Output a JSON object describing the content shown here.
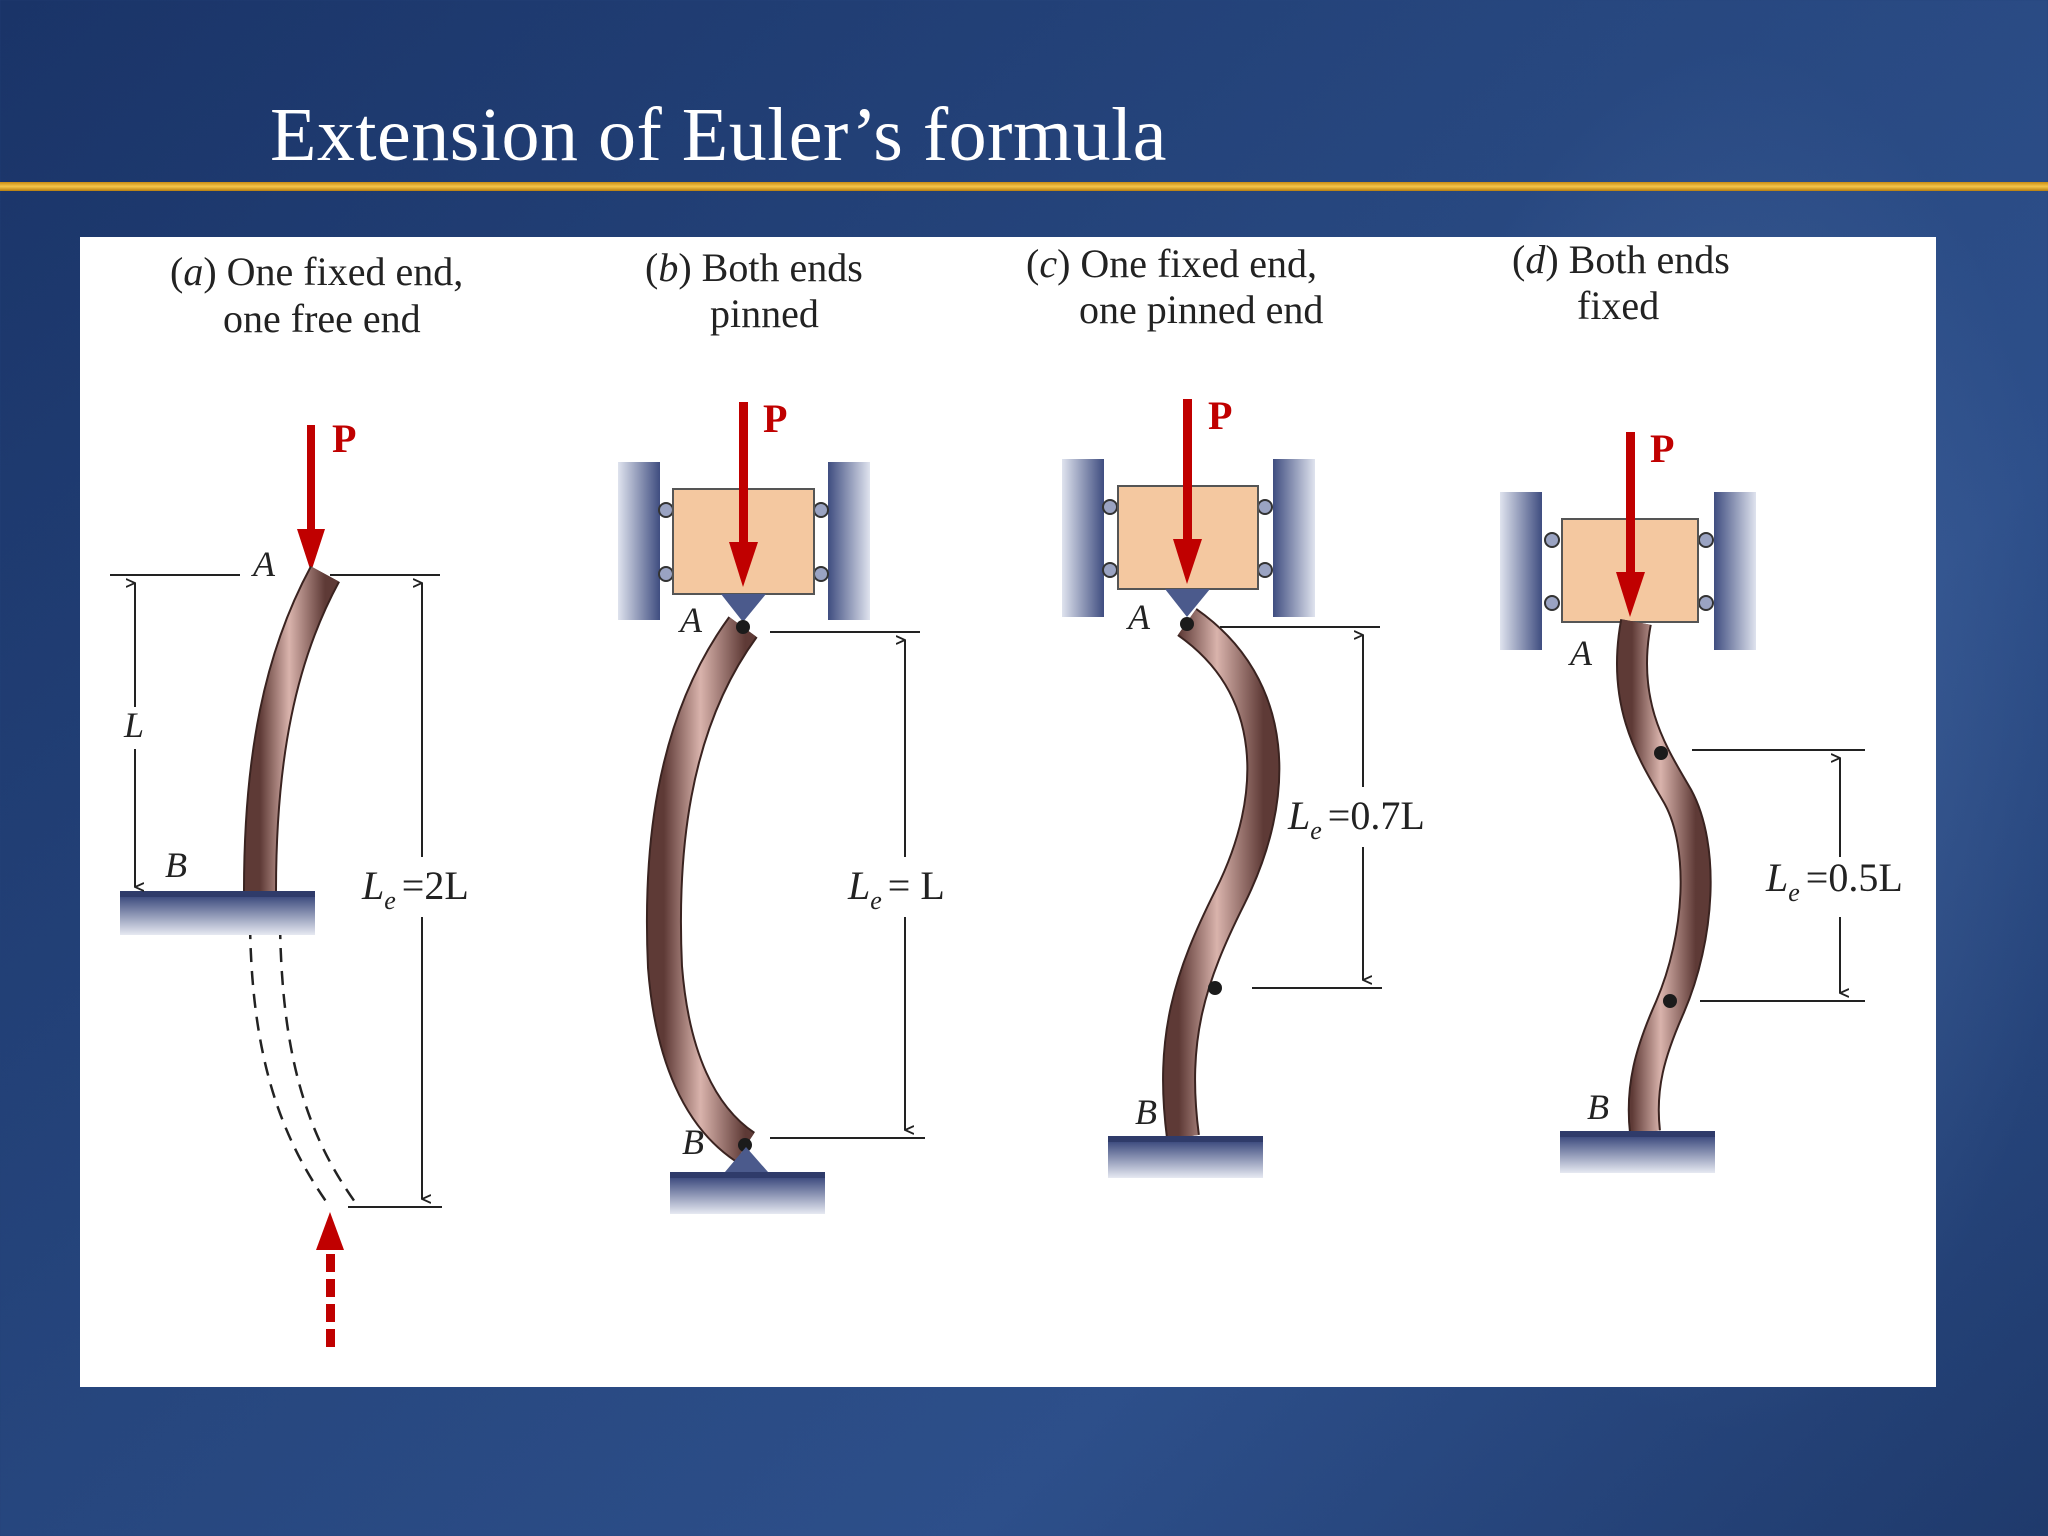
{
  "slide": {
    "title": "Extension of Euler’s formula"
  },
  "colors": {
    "background": "#27477f",
    "title_rule": "#e8a91e",
    "load_arrow": "#c00000",
    "column": "#8a5a52",
    "block": "#f4c8a0",
    "support": "#4b5a8c"
  },
  "cases": [
    {
      "letter": "a",
      "caption_line1": "One fixed end,",
      "caption_line2": "one free end",
      "load": "P",
      "top_label": "A",
      "bottom_label": "B",
      "side_label": "L",
      "le_symbol": "L",
      "le_sub": "e",
      "le_rhs": "=2L"
    },
    {
      "letter": "b",
      "caption_line1": "Both ends",
      "caption_line2": "pinned",
      "load": "P",
      "top_label": "A",
      "bottom_label": "B",
      "le_symbol": "L",
      "le_sub": "e",
      "le_rhs": "= L"
    },
    {
      "letter": "c",
      "caption_line1": "One fixed end,",
      "caption_line2": "one pinned end",
      "load": "P",
      "top_label": "A",
      "bottom_label": "B",
      "le_symbol": "L",
      "le_sub": "e",
      "le_rhs": "=0.7L"
    },
    {
      "letter": "d",
      "caption_line1": "Both ends",
      "caption_line2": "fixed",
      "load": "P",
      "top_label": "A",
      "bottom_label": "B",
      "le_symbol": "L",
      "le_sub": "e",
      "le_rhs": "=0.5L"
    }
  ]
}
